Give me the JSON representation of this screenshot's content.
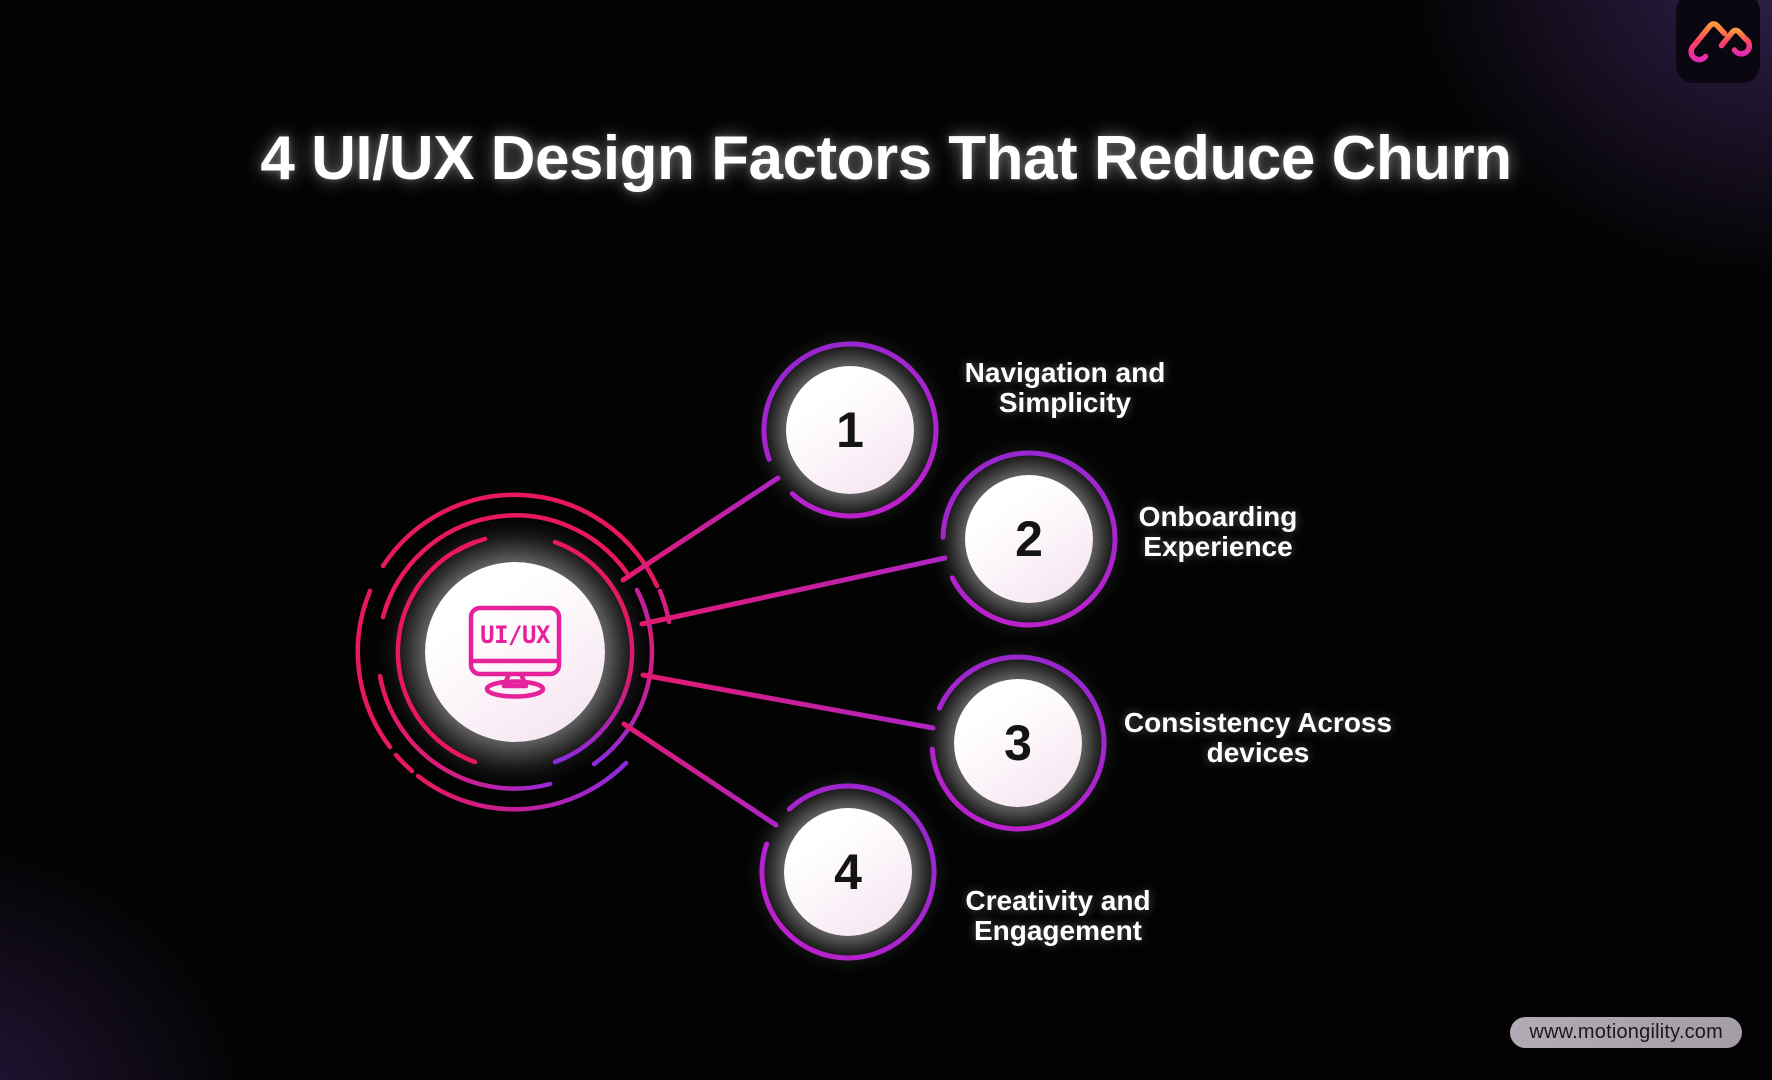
{
  "title": "4 UI/UX Design Factors That Reduce Churn",
  "hub": {
    "label": "UI/UX",
    "icon": "monitor-icon"
  },
  "factors": [
    {
      "number": "1",
      "label": "Navigation and\nSimplicity"
    },
    {
      "number": "2",
      "label": "Onboarding\nExperience"
    },
    {
      "number": "3",
      "label": "Consistency Across\ndevices"
    },
    {
      "number": "4",
      "label": "Creativity and\nEngagement"
    }
  ],
  "footer": {
    "website": "www.motiongility.com"
  },
  "brand": {
    "logo": "motiongility-logo"
  },
  "colors": {
    "background": "#030303",
    "accent_pink": "#e8185e",
    "accent_magenta": "#c4219c",
    "accent_purple": "#8a2be0",
    "ring_purple": "#a81cc1",
    "icon_pink": "#e6219c",
    "pill_bg": "#aba3ac"
  }
}
